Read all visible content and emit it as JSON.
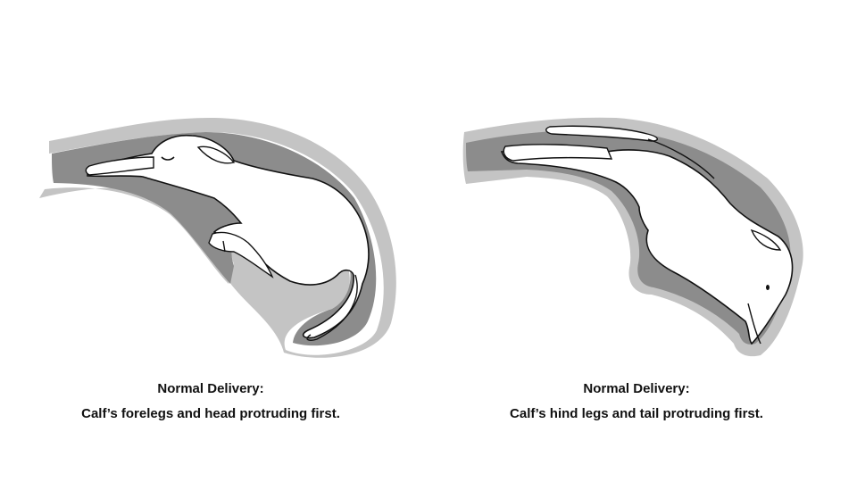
{
  "colors": {
    "outer_wall": "#c4c4c4",
    "inner_wall": "#8c8c8c",
    "calf_fill": "#ffffff",
    "outline": "#111111",
    "caption_text": "#111111"
  },
  "panels": [
    {
      "title": "Normal Delivery:",
      "description": "Calf’s forelegs and head protruding first.",
      "illustration": "calf-forelegs-head-first-illustration"
    },
    {
      "title": "Normal Delivery:",
      "description": "Calf’s hind legs and tail protruding first.",
      "illustration": "calf-hindlegs-tail-first-illustration"
    }
  ]
}
